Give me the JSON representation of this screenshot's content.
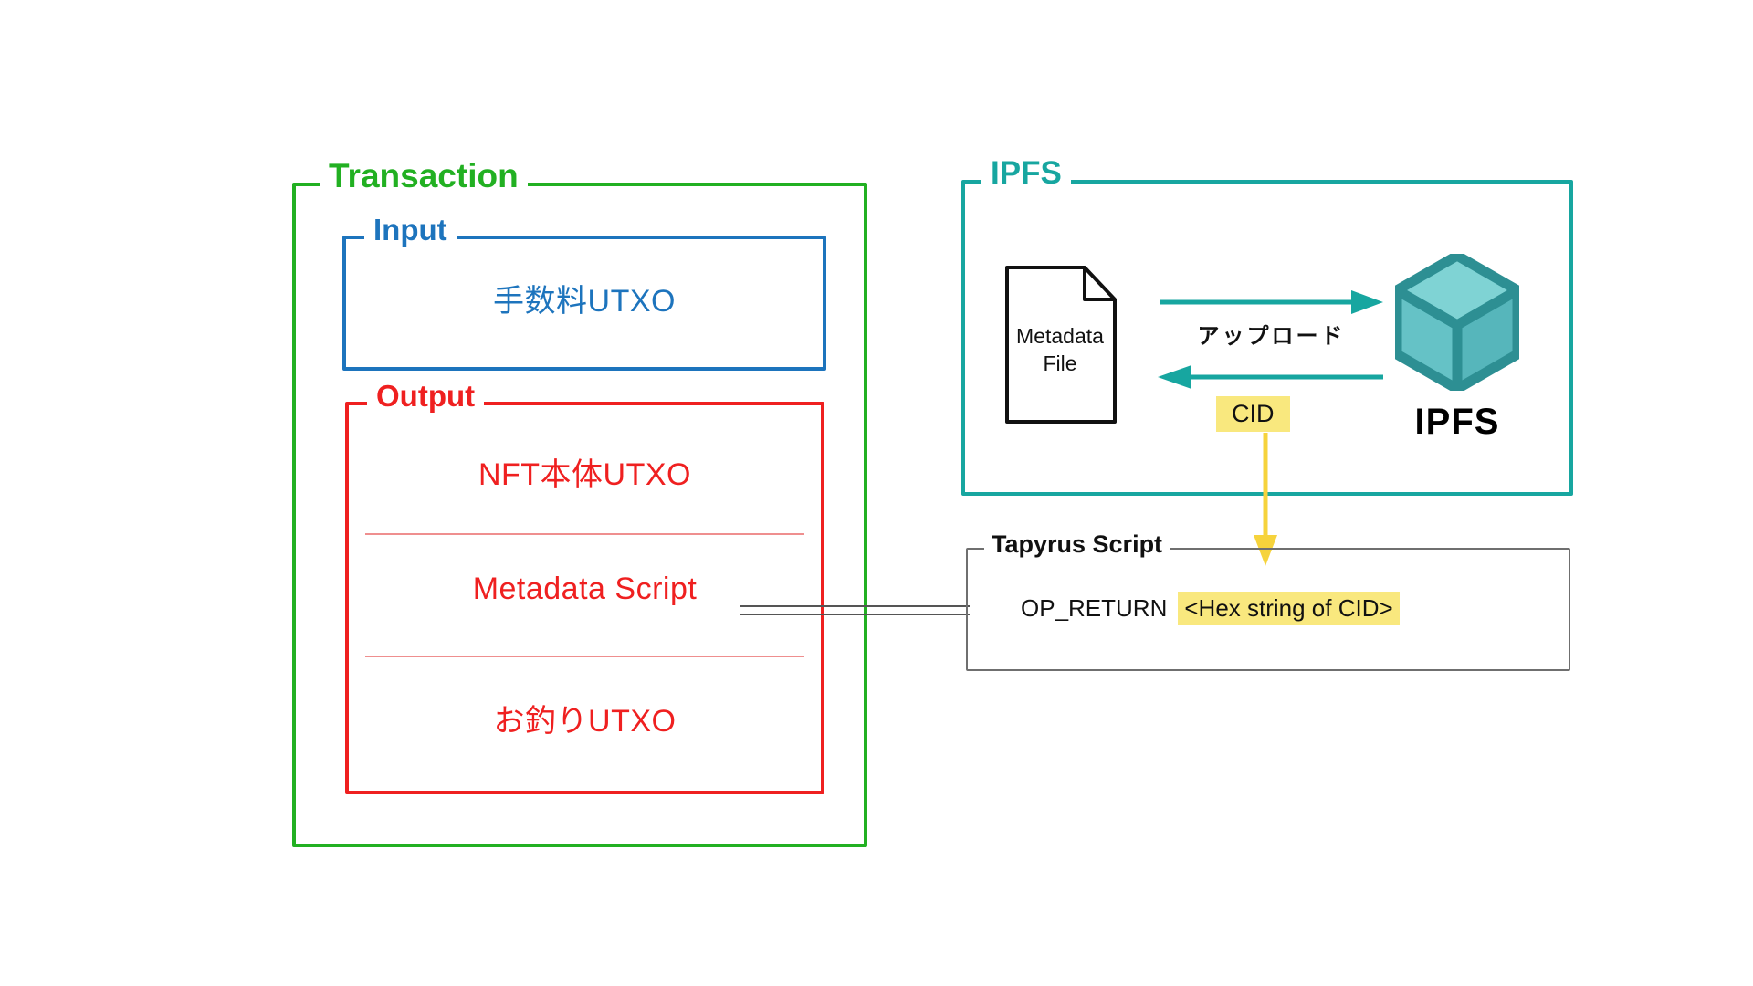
{
  "diagram": {
    "title_tags": {
      "transaction": "Transaction",
      "input": "Input",
      "output": "Output",
      "ipfs": "IPFS",
      "tapyrus_script": "Tapyrus Script"
    },
    "transaction": {
      "input_items": [
        "手数料UTXO"
      ],
      "output_items": [
        "NFT本体UTXO",
        "Metadata Script",
        "お釣りUTXO"
      ]
    },
    "ipfs_panel": {
      "file_icon_label_line1": "Metadata",
      "file_icon_label_line2": "File",
      "upload_arrow_label": "アップロード",
      "return_tag_label": "CID",
      "storage_label": "IPFS"
    },
    "tapyrus_panel": {
      "opcode": "OP_RETURN",
      "operand": "<Hex string of CID>"
    },
    "colors": {
      "transaction_green": "#22b022",
      "input_blue": "#1d74bd",
      "output_red": "#ef2020",
      "ipfs_teal": "#17a6a0",
      "script_gray": "#6f6f6f",
      "highlight_yellow": "#f9e87e",
      "cube_fill": "#6fc9cb",
      "cube_shade": "#2d8f93",
      "connector_gray": "#555555",
      "separator_pink": "#ef8f8f",
      "background": "#ffffff"
    }
  }
}
